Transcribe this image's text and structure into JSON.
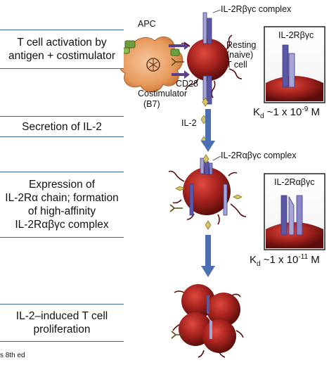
{
  "steps": [
    {
      "lines": [
        "T cell activation by",
        "antigen + costimulator"
      ]
    },
    {
      "lines": [
        "Secretion of IL-2"
      ]
    },
    {
      "lines": [
        "Expression of",
        "IL-2Rα chain; formation",
        "of high-affinity",
        "IL-2Rαβγc complex"
      ]
    },
    {
      "lines": [
        "IL-2–induced T cell",
        "proliferation"
      ]
    }
  ],
  "labels": {
    "apc": "APC",
    "il2rbg_complex": "IL-2Rβγc complex",
    "resting": "Resting",
    "naive": "(naive)",
    "tcell": "T cell",
    "cd28": "CD28",
    "costimulator": "Costimulator",
    "b7": "(B7)",
    "il2": "IL-2",
    "il2rabg_complex": "IL-2Rαβγc complex",
    "inset1_title": "IL-2Rβγc",
    "inset2_title": "IL-2Rαβγc"
  },
  "kd": {
    "top": {
      "prefix": "K",
      "sub": "d",
      "mid": " ~1 x 10",
      "exp": "-9",
      "unit": " M"
    },
    "bottom": {
      "prefix": "K",
      "sub": "d",
      "mid": " ~1 x 10",
      "exp": "-11",
      "unit": " M"
    }
  },
  "credit": "s 8th ed",
  "colors": {
    "box_border": "#3d6a8e",
    "cell_red": "#9c1f1c",
    "cell_dark": "#5a0c0b",
    "apc_orange": "#e9a064",
    "receptor_purple": "#5b57a3",
    "receptor_light": "#a7a4d6",
    "arrow_blue": "#4a6fb2",
    "il2_yellow": "#d7c46a",
    "mhc_green": "#6f9e3e"
  }
}
